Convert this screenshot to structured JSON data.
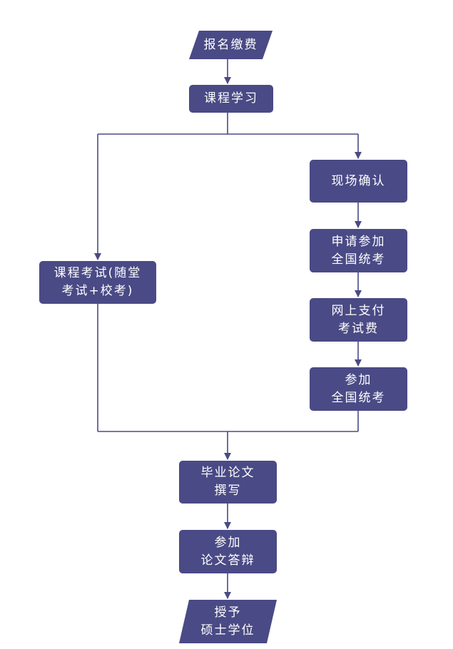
{
  "colors": {
    "node_fill": "#4a4a86",
    "line": "#4a4a86",
    "text": "#ffffff"
  },
  "nodes": {
    "signup": "报名缴费",
    "study": "课程学习",
    "course_exam": "课程考试(随堂\n考试+校考)",
    "onsite_confirm": "现场确认",
    "apply_exam": "申请参加\n全国统考",
    "pay_fee": "网上支付\n考试费",
    "take_exam": "参加\n全国统考",
    "thesis": "毕业论文\n撰写",
    "defense": "参加\n论文答辩",
    "degree": "授予\n硕士学位"
  }
}
